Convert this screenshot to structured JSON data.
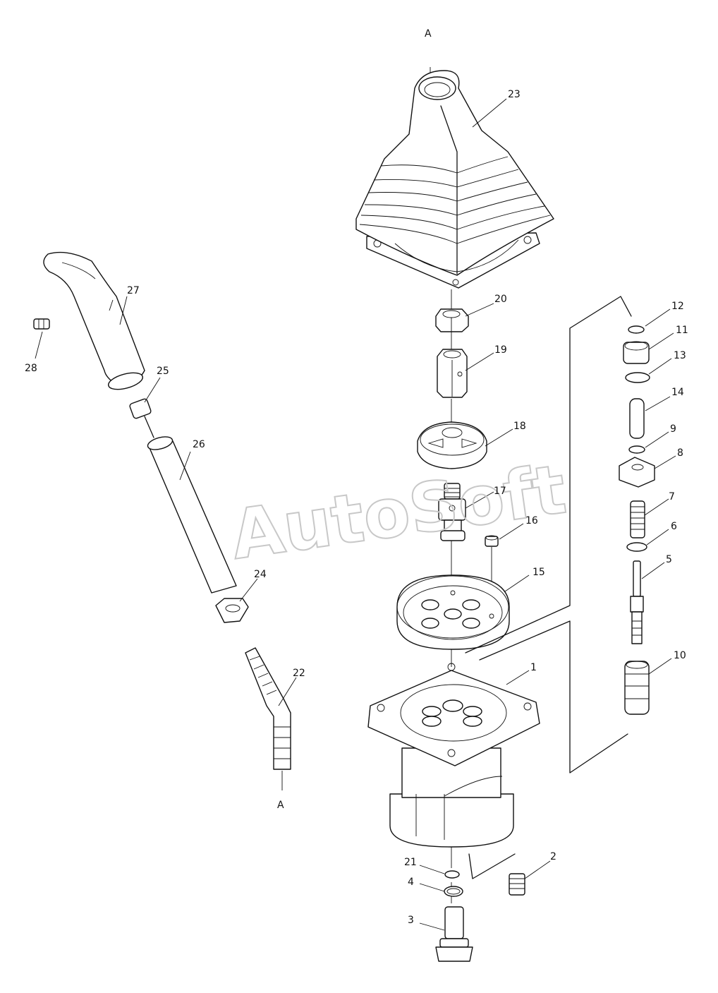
{
  "watermark": "AutoSoft",
  "section_markers": {
    "top": "A",
    "bottom": "A"
  },
  "callouts": {
    "c1": "1",
    "c2": "2",
    "c3": "3",
    "c4": "4",
    "c5": "5",
    "c6": "6",
    "c7": "7",
    "c8": "8",
    "c9": "9",
    "c10": "10",
    "c11": "11",
    "c12": "12",
    "c13": "13",
    "c14": "14",
    "c15": "15",
    "c16": "16",
    "c17": "17",
    "c18": "18",
    "c19": "19",
    "c20": "20",
    "c21": "21",
    "c22": "22",
    "c23": "23",
    "c24": "24",
    "c25": "25",
    "c26": "26",
    "c27": "27",
    "c28": "28"
  }
}
